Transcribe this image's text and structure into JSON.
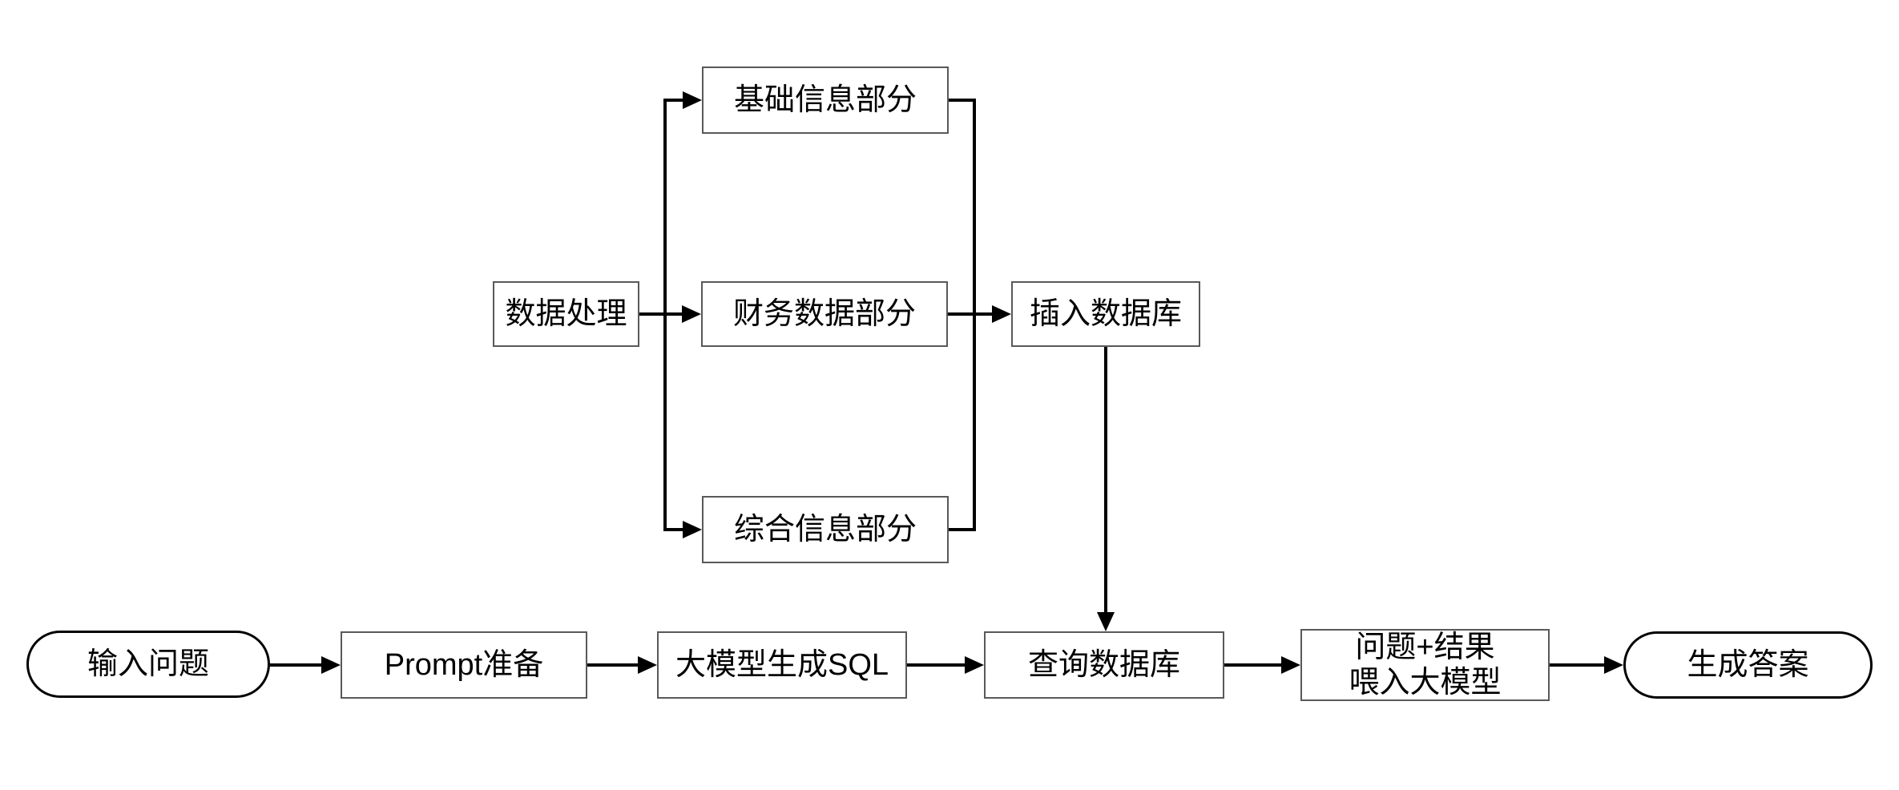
{
  "diagram": {
    "title": "LLM database Q&A pipeline flowchart",
    "colors": {
      "line": "#000000",
      "box_border": "#595959",
      "text": "#000000",
      "background": "#ffffff"
    },
    "nodes": {
      "basic_info": "基础信息部分",
      "data_processing": "数据处理",
      "financial": "财务数据部分",
      "insert_db": "插入数据库",
      "comprehensive": "综合信息部分",
      "input_question": "输入问题",
      "prompt_prep": "Prompt准备",
      "llm_generate_sql": "大模型生成SQL",
      "query_db": "查询数据库",
      "feed_llm": {
        "line1": "问题+结果",
        "line2": "喂入大模型"
      },
      "generate_answer": "生成答案"
    }
  }
}
